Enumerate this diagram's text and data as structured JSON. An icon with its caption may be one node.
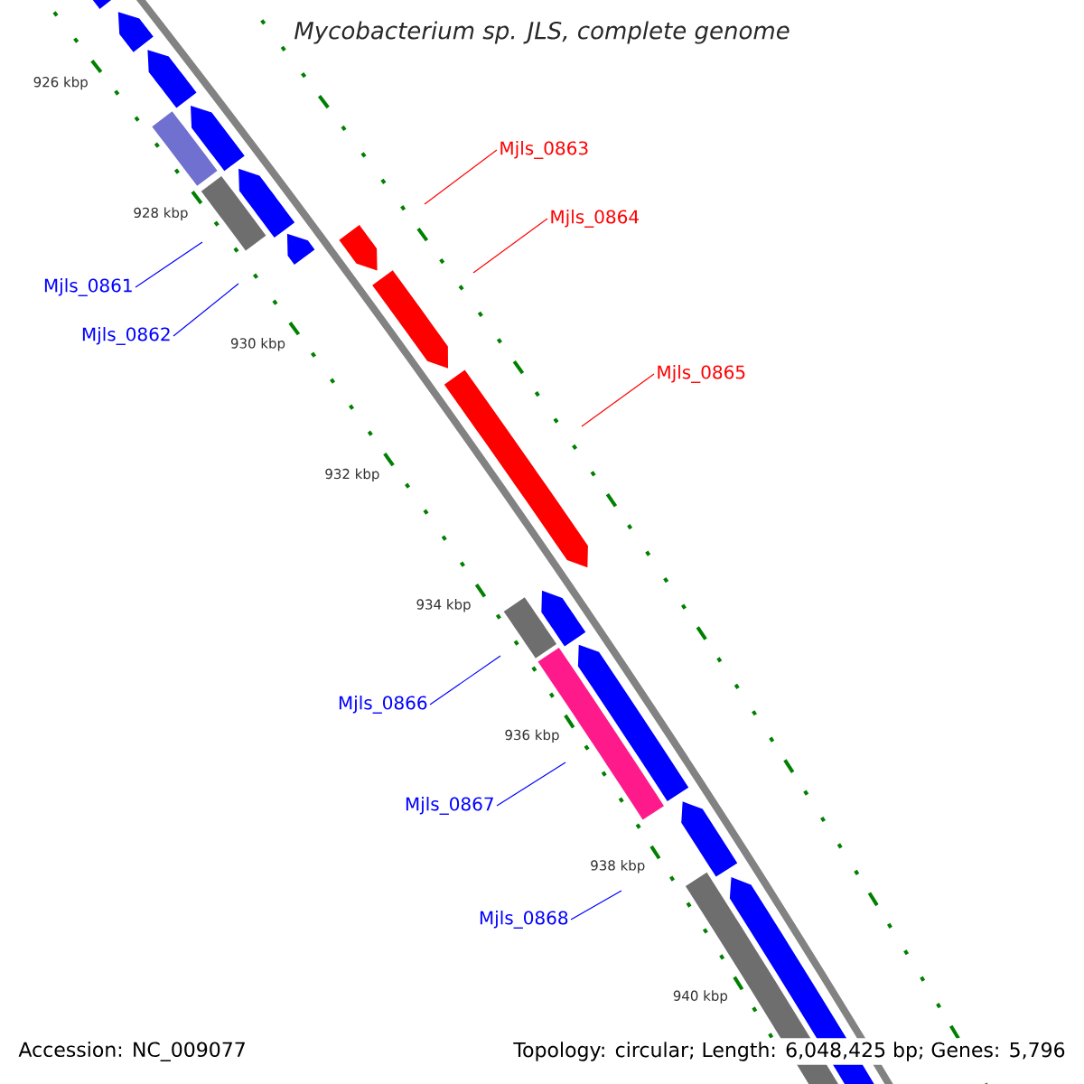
{
  "diagram": {
    "title": "Mycobacterium sp. JLS, complete genome",
    "nodes": [
      {
        "text": [
          "Mjls_0863"
        ]
      },
      {
        "text": [
          "Mjls_0864"
        ]
      },
      {
        "text": [
          "Mjls_0861"
        ]
      },
      {
        "text": [
          "Mjls_0862"
        ]
      },
      {
        "text": [
          "Mjls_0865"
        ]
      },
      {
        "text": [
          "Mjls_0866"
        ]
      },
      {
        "text": [
          "Mjls_0867"
        ]
      },
      {
        "text": [
          "Mjls_0868"
        ]
      }
    ],
    "edges": [
      {
        "from": 0,
        "to": null,
        "arrow": "none",
        "color": "#ff0000"
      },
      {
        "from": 1,
        "to": null,
        "arrow": "none",
        "color": "#ff0000"
      },
      {
        "from": 2,
        "to": null,
        "arrow": "none"
      },
      {
        "from": 3,
        "to": null,
        "arrow": "none"
      },
      {
        "from": 4,
        "to": null,
        "arrow": "none",
        "color": "#ff0000"
      },
      {
        "from": 5,
        "to": null,
        "arrow": "none"
      },
      {
        "from": 6,
        "to": null,
        "arrow": "none"
      },
      {
        "from": 7,
        "to": null,
        "arrow": "none"
      }
    ],
    "labels": [
      "926 kbp",
      "928 kbp",
      "930 kbp",
      "932 kbp",
      "934 kbp",
      "936 kbp",
      "938 kbp",
      "940 kbp",
      "Accession: NC_009077",
      "Topology: circular; Length: 6,048,425 bp; Genes: 5,796"
    ]
  }
}
